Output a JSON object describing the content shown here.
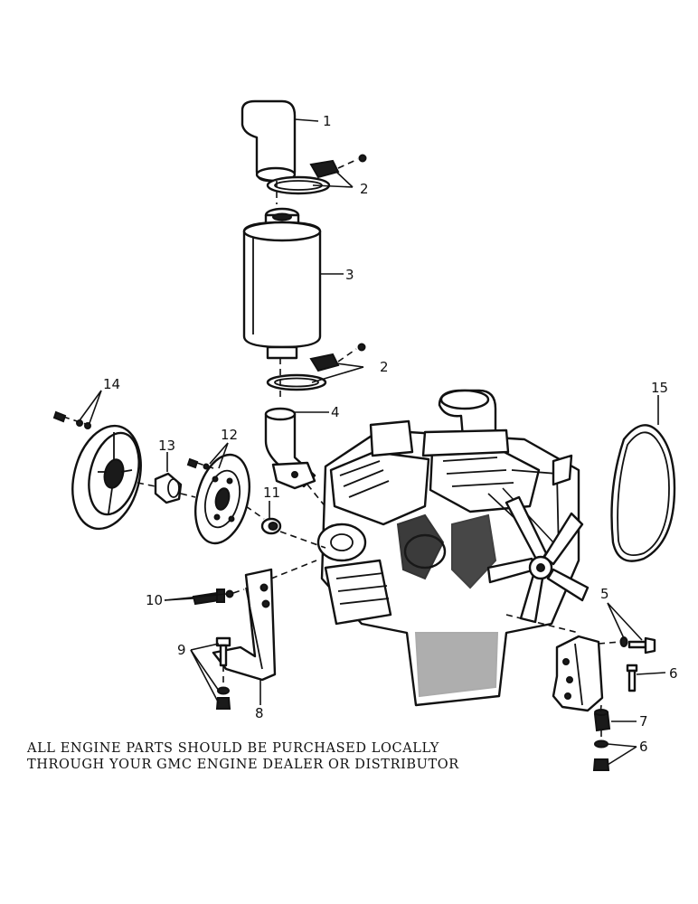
{
  "callouts": {
    "c1": "1",
    "c2a": "2",
    "c2b": "2",
    "c3": "3",
    "c4": "4",
    "c5": "5",
    "c6a": "6",
    "c6b": "6",
    "c7": "7",
    "c8": "8",
    "c9": "9",
    "c10": "10",
    "c11": "11",
    "c12": "12",
    "c13": "13",
    "c14": "14",
    "c15": "15"
  },
  "note": {
    "line1": "ALL ENGINE PARTS SHOULD BE PURCHASED LOCALLY",
    "line2": "THROUGH YOUR GMC ENGINE DEALER OR DISTRIBUTOR"
  }
}
